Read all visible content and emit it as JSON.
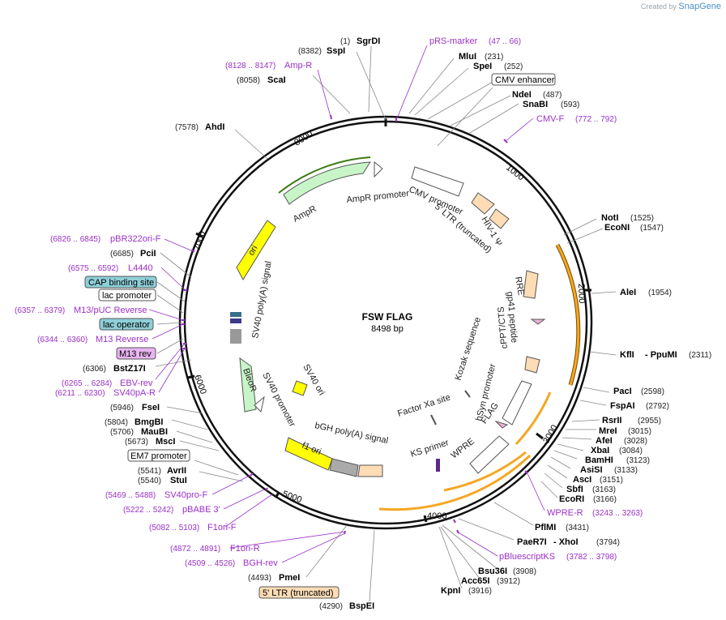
{
  "header": {
    "created_by": "Created by",
    "brand": "SnapGene"
  },
  "plasmid": {
    "name": "FSW FLAG",
    "length_label": "8498 bp"
  },
  "ticks": [
    "1000",
    "2000",
    "3000",
    "4000",
    "5000",
    "6000",
    "7000",
    "8000"
  ],
  "sites": [
    {
      "name": "SgrDI",
      "pos": "(1)"
    },
    {
      "name": "SspI",
      "pos": "(8382)"
    },
    {
      "name": "ScaI",
      "pos": "(8058)"
    },
    {
      "name": "AhdI",
      "pos": "(7578)"
    },
    {
      "name": "MluI",
      "pos": "(231)"
    },
    {
      "name": "SpeI",
      "pos": "(252)"
    },
    {
      "name": "NdeI",
      "pos": "(487)"
    },
    {
      "name": "SnaBI",
      "pos": "(593)"
    },
    {
      "name": "NotI",
      "pos": "(1525)"
    },
    {
      "name": "EcoNI",
      "pos": "(1547)"
    },
    {
      "name": "AleI",
      "pos": "(1954)"
    },
    {
      "name": "KflI",
      "pos": "(2311)",
      "extra": "- PpuMI"
    },
    {
      "name": "PacI",
      "pos": "(2598)"
    },
    {
      "name": "FspAI",
      "pos": "(2792)"
    },
    {
      "name": "RsrII",
      "pos": "(2955)"
    },
    {
      "name": "MreI",
      "pos": "(3015)"
    },
    {
      "name": "AfeI",
      "pos": "(3028)"
    },
    {
      "name": "XbaI",
      "pos": "(3084)"
    },
    {
      "name": "BamHI",
      "pos": "(3123)"
    },
    {
      "name": "AsiSI",
      "pos": "(3133)"
    },
    {
      "name": "AscI",
      "pos": "(3151)"
    },
    {
      "name": "SbfI",
      "pos": "(3163)"
    },
    {
      "name": "EcoRI",
      "pos": "(3166)"
    },
    {
      "name": "PflMI",
      "pos": "(3431)"
    },
    {
      "name": "PaeR7I",
      "pos": "(3794)",
      "extra": "- XhoI"
    },
    {
      "name": "Bsu36I",
      "pos": "(3908)"
    },
    {
      "name": "Acc65I",
      "pos": "(3912)"
    },
    {
      "name": "KpnI",
      "pos": "(3916)"
    },
    {
      "name": "BspEI",
      "pos": "(4290)"
    },
    {
      "name": "PmeI",
      "pos": "(4493)"
    },
    {
      "name": "StuI",
      "pos": "(5540)"
    },
    {
      "name": "AvrII",
      "pos": "(5541)"
    },
    {
      "name": "MscI",
      "pos": "(5673)"
    },
    {
      "name": "MauBI",
      "pos": "(5706)"
    },
    {
      "name": "BmgBI",
      "pos": "(5804)"
    },
    {
      "name": "FseI",
      "pos": "(5946)"
    },
    {
      "name": "BstZ17I",
      "pos": "(6306)"
    },
    {
      "name": "PciI",
      "pos": "(6685)"
    }
  ],
  "primers": [
    {
      "name": "pRS-marker",
      "pos": "(47 .. 66)"
    },
    {
      "name": "Amp-R",
      "pos": "(8128 .. 8147)"
    },
    {
      "name": "CMV-F",
      "pos": "(772 .. 792)"
    },
    {
      "name": "pBR322ori-F",
      "pos": "(6826 .. 6845)"
    },
    {
      "name": "L4440",
      "pos": "(6575 .. 6592)"
    },
    {
      "name": "M13/pUC Reverse",
      "pos": "(6357 .. 6379)"
    },
    {
      "name": "M13 Reverse",
      "pos": "(6344 .. 6360)"
    },
    {
      "name": "EBV-rev",
      "pos": "(6265 .. 6284)"
    },
    {
      "name": "SV40pA-R",
      "pos": "(6211 .. 6230)"
    },
    {
      "name": "SV40pro-F",
      "pos": "(5469 .. 5488)"
    },
    {
      "name": "pBABE 3'",
      "pos": "(5222 .. 5242)"
    },
    {
      "name": "F1ori-F",
      "pos": "(5082 .. 5103)"
    },
    {
      "name": "F1ori-R",
      "pos": "(4872 .. 4891)"
    },
    {
      "name": "BGH-rev",
      "pos": "(4509 .. 4526)"
    },
    {
      "name": "WPRE-R",
      "pos": "(3243 .. 3263)"
    },
    {
      "name": "pBluescriptKS",
      "pos": "(3782 .. 3798)"
    }
  ],
  "boxed_labels": {
    "cmv_enhancer": "CMV enhancer",
    "cap_binding": "CAP binding site",
    "lac_promoter": "lac promoter",
    "lac_operator": "lac operator",
    "m13_rev": "M13 rev",
    "em7_promoter": "EM7 promoter",
    "ltr_truncated": "5' LTR (truncated)"
  },
  "features": {
    "ampr_promoter": "AmpR promoter",
    "ampr": "AmpR",
    "ori": "ori",
    "sv40_polya": "SV40 poly(A) signal",
    "sv40_ori": "SV40 ori",
    "bleor": "BleoR",
    "sv40_promoter": "SV40 promoter",
    "bgh_polya": "bGH poly(A) signal",
    "f1_ori": "f1 ori",
    "cmv_promoter": "CMV promoter",
    "ltr_5": "5' LTR (truncated)",
    "hiv_psi": "HIV-1 Ψ",
    "rre": "RRE",
    "gp41": "gp41 peptide",
    "cppt": "cPPT/CTS",
    "hsyn": "hSyn promoter",
    "kozak": "Kozak sequence",
    "factor_xa": "Factor Xa site",
    "flag": "FLAG",
    "ks_primer": "KS primer",
    "wpre": "WPRE"
  },
  "colors": {
    "primer": "#9b30c8",
    "ampr": "#c8f5c8",
    "ori": "#ffff00",
    "orf_orange": "#f5a623",
    "cyan_box": "#8ecfd8",
    "peach": "#fddcb6",
    "pink": "#e8b4d8"
  }
}
